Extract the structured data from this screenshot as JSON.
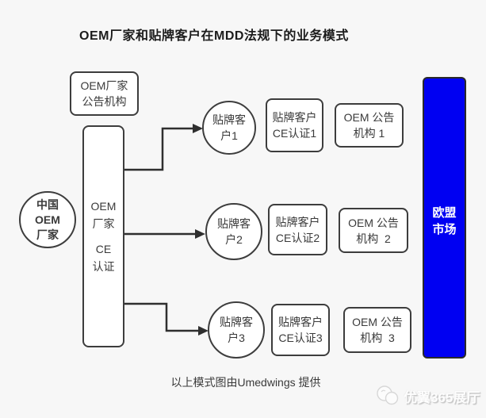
{
  "title": "OEM厂家和贴牌客户在MDD法规下的业务模式",
  "colors": {
    "background": "#f7f7f7",
    "node_border": "#3d3d3d",
    "node_fill": "#ffffff",
    "text": "#3a3a3a",
    "arrow": "#2f2f2f",
    "eu_market_fill": "#0000f2",
    "eu_market_text": "#ffffff"
  },
  "nodes": {
    "oem_notified_body": {
      "lines": [
        "OEM厂家",
        "公告机构"
      ]
    },
    "china_oem_factory": {
      "lines": [
        "中国",
        "OEM",
        "厂家"
      ]
    },
    "oem_factory_ce": {
      "lines": [
        "OEM",
        "厂家",
        "CE",
        "认证"
      ]
    },
    "eu_market": {
      "lines": [
        "欧盟",
        "市场"
      ]
    }
  },
  "rows": [
    {
      "customer": {
        "lines": [
          "贴牌客",
          "户1"
        ]
      },
      "customer_ce": {
        "lines": [
          "贴牌客户",
          "CE认证1"
        ]
      },
      "notified_body": {
        "lines": [
          "OEM 公告",
          "机构 1"
        ]
      }
    },
    {
      "customer": {
        "lines": [
          "贴牌客",
          "户2"
        ]
      },
      "customer_ce": {
        "lines": [
          "贴牌客户",
          "CE认证2"
        ]
      },
      "notified_body": {
        "lines": [
          "OEM 公告",
          "机构  2"
        ]
      }
    },
    {
      "customer": {
        "lines": [
          "贴牌客",
          "户3"
        ]
      },
      "customer_ce": {
        "lines": [
          "贴牌客户",
          "CE认证3"
        ]
      },
      "notified_body": {
        "lines": [
          "OEM 公告",
          "机构  3"
        ]
      }
    }
  ],
  "caption": "以上模式图由Umedwings 提供",
  "watermark": {
    "logo": "wings-logo",
    "text": "优翼365展厅"
  }
}
